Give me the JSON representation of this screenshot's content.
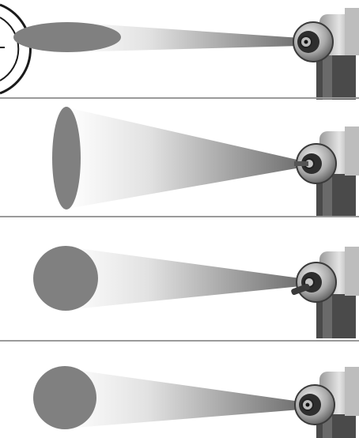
{
  "figure": {
    "text": [],
    "panels": [
      {
        "id": "panel-1",
        "spray_shape": "flat-ellipse",
        "nozzle_tip": "flat"
      },
      {
        "id": "panel-2",
        "spray_shape": "tall-ellipse",
        "nozzle_tip": "pin"
      },
      {
        "id": "panel-3",
        "spray_shape": "full-circle",
        "nozzle_tip": "long-pin"
      },
      {
        "id": "panel-4",
        "spray_shape": "full-circle",
        "nozzle_tip": "short"
      }
    ],
    "colors": {
      "background": "#ffffff",
      "spray_fill": "#808080",
      "beam_dark": "#7a7a7a",
      "beam_light": "#ffffff",
      "divider": "#9a9a9a",
      "gun_body": "#c9c9c9",
      "gun_dark": "#3a3a3a",
      "handle": "#4a4a4a"
    },
    "icons": [
      "spray-gun-icon"
    ]
  }
}
